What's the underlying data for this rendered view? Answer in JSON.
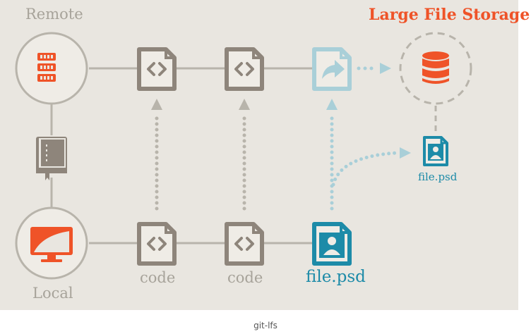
{
  "labels": {
    "remote": "Remote",
    "local": "Local",
    "lfs_title": "Large File Storage",
    "code_1": "code",
    "code_2": "code",
    "file_local": "file.psd",
    "file_remote": "file.psd"
  },
  "caption": "git-lfs",
  "colors": {
    "background": "#e9e6e0",
    "connector": "#b8b4ab",
    "commit": "#8e857b",
    "orange": "#ef5328",
    "teal": "#1d8ba8",
    "light_blue": "#a9cfd8",
    "label_gray": "#a7a39a"
  },
  "icons": [
    "server-icon",
    "book-icon",
    "monitor-icon",
    "code-file-icon",
    "share-file-icon",
    "database-icon",
    "image-file-icon"
  ]
}
